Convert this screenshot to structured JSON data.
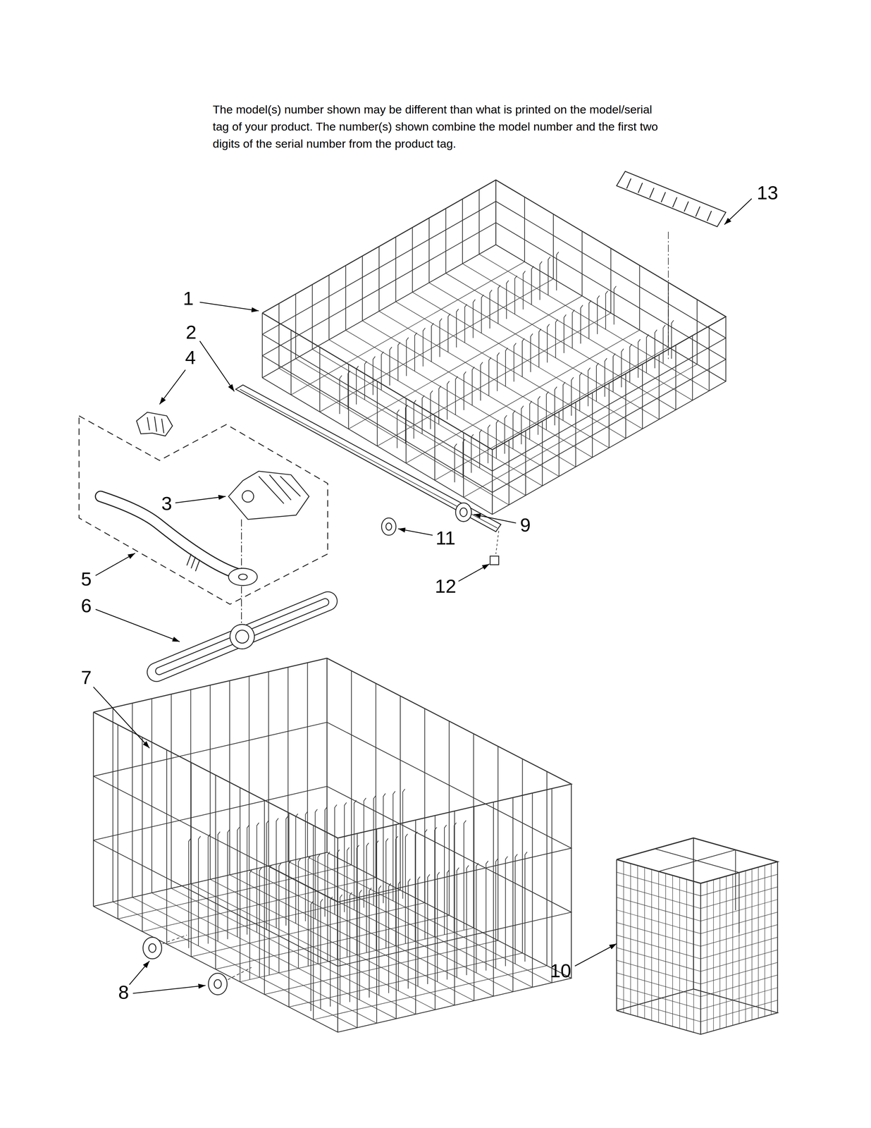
{
  "diagram": {
    "labels": [
      "The model(s) number shown may be different than what is printed on the model/serial tag of your product. The number(s) shown combine the model number and the first two digits of the serial number from the product tag.",
      "13",
      "1",
      "2",
      "4",
      "3",
      "9",
      "11",
      "5",
      "12",
      "6",
      "7",
      "10",
      "8"
    ]
  }
}
